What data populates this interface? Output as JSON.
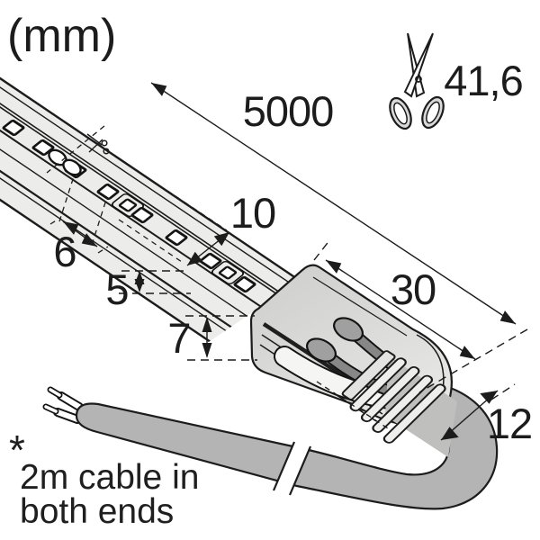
{
  "title": {
    "unit_label": "(mm)"
  },
  "dimensions": {
    "total_length": "5000",
    "cut_increment": "41,6",
    "strip_width": "10",
    "led_spacing": "6",
    "strip_thickness": "5",
    "end_cap_height": "7",
    "end_cap_length": "30",
    "cable_diameter": "12"
  },
  "footnote": {
    "marker": "*",
    "line1": "2m cable in",
    "line2": "both ends"
  },
  "icons": {
    "cut_icon": "scissors-icon",
    "strip_cut_mark": "mini-scissors-icon"
  },
  "colors": {
    "ink": "#1c1c1c",
    "strip_fill": "#ececea",
    "cap_fill": "#dcdcda",
    "cap_light": "#ebebe9",
    "fin_fill": "#eeeeec",
    "cable_fill": "#b4b4b4",
    "wire_fill": "#878787",
    "wire_head_fill": "#a0a0a0",
    "handle_gray": "#d9d9d9"
  }
}
